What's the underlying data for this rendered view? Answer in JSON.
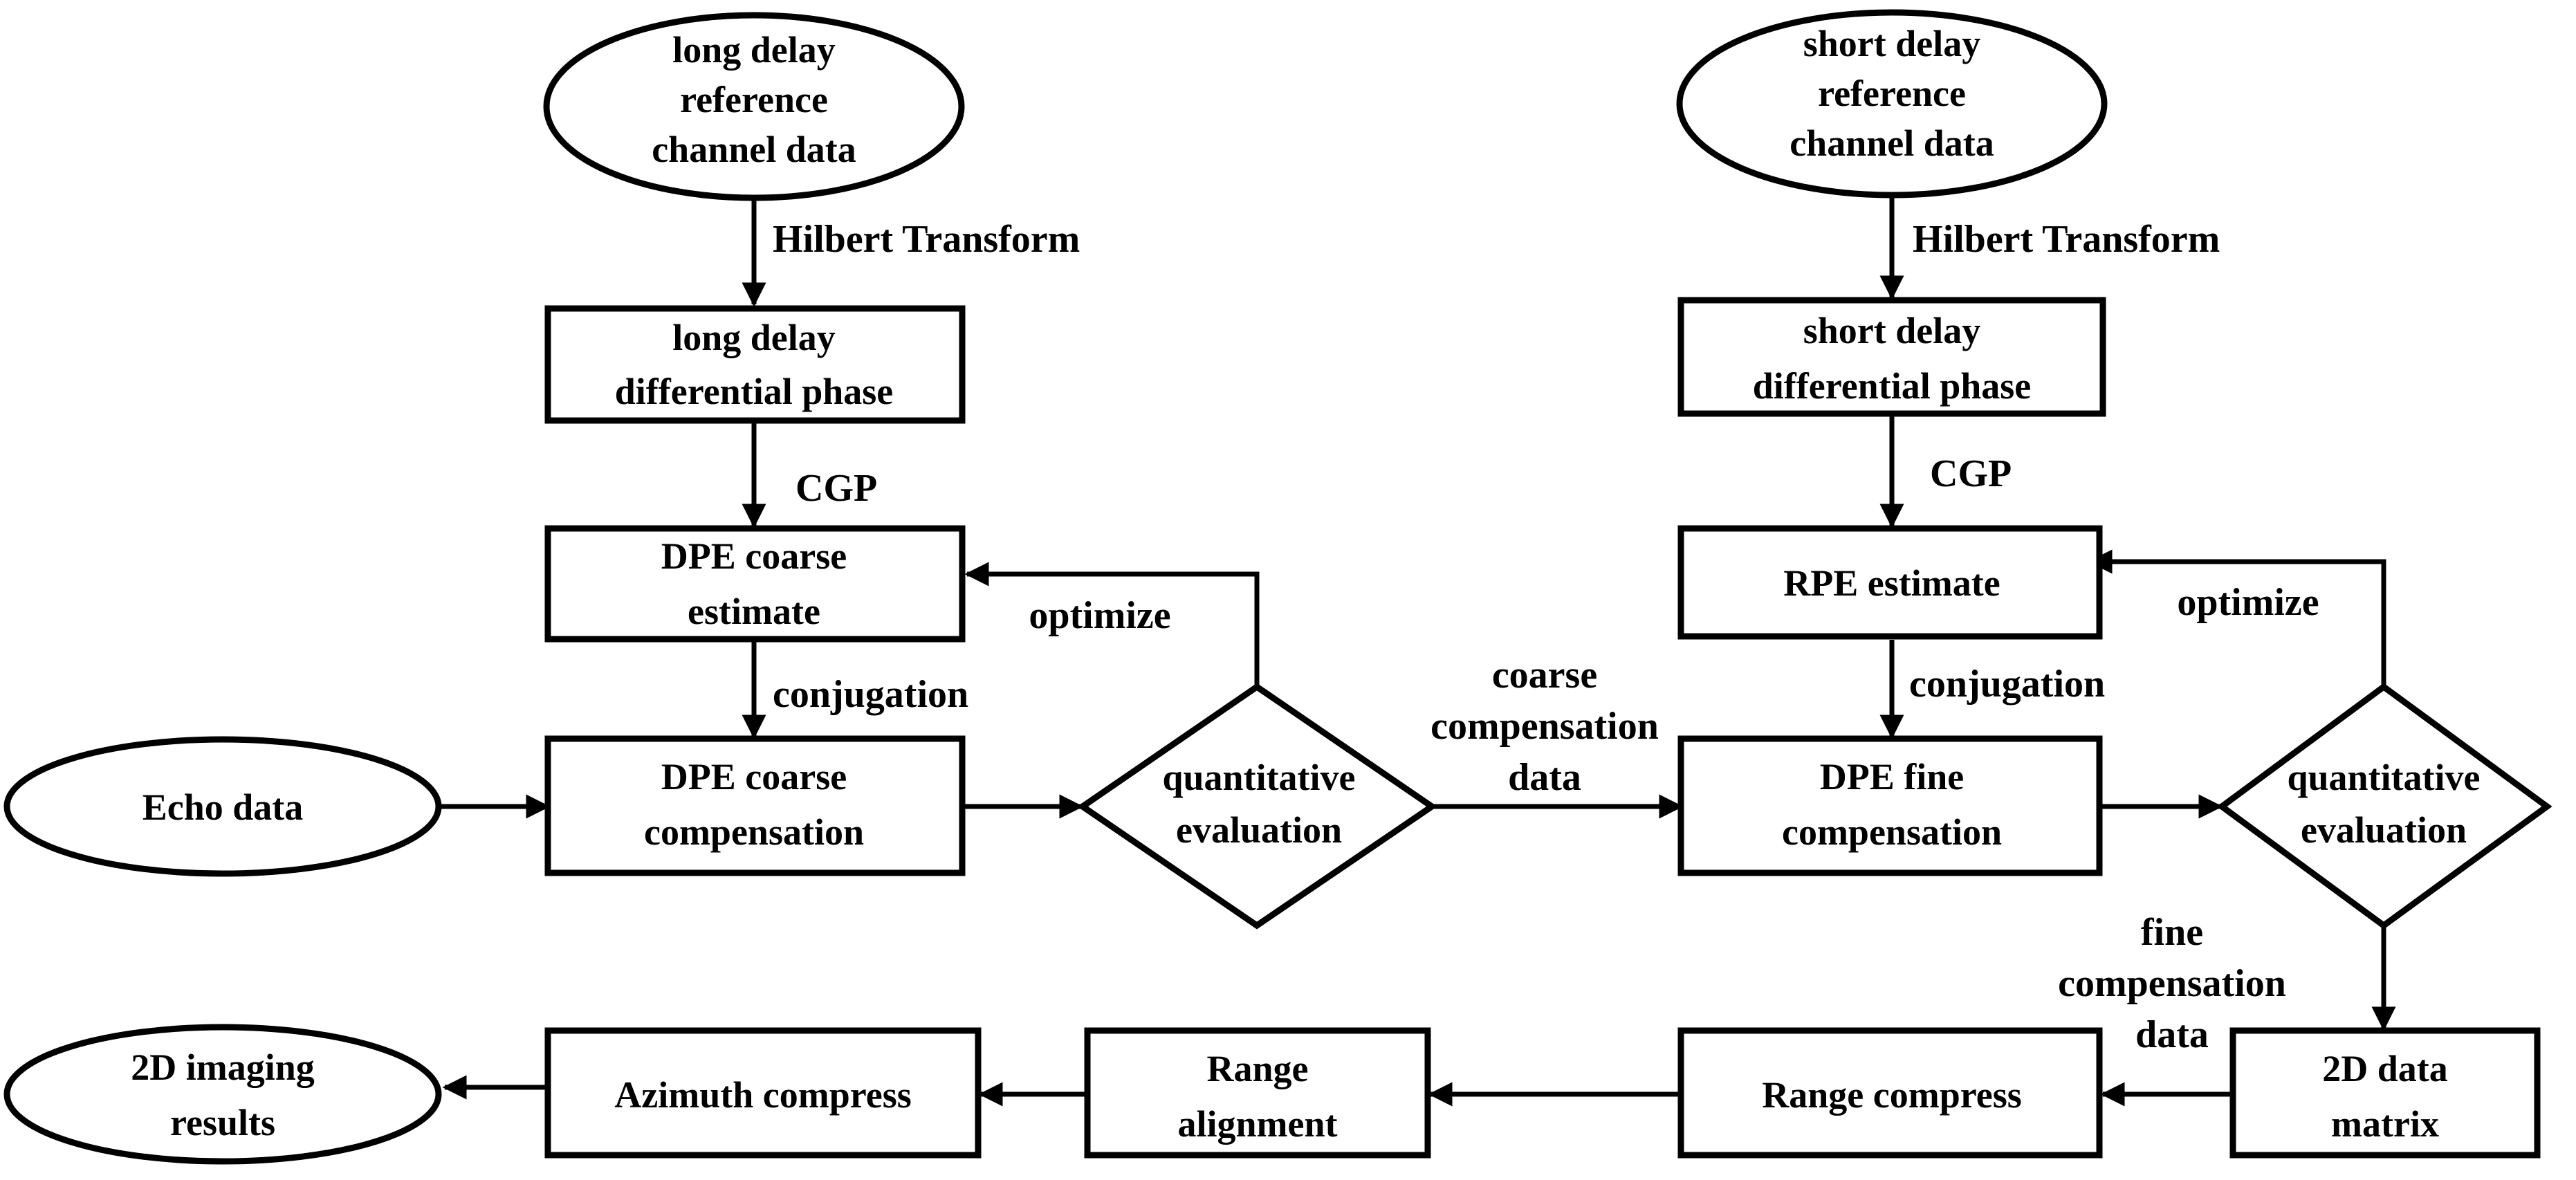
{
  "nodes": {
    "long_ref": [
      "long delay",
      "reference",
      "channel data"
    ],
    "short_ref": [
      "short delay",
      "reference",
      "channel data"
    ],
    "long_phase": [
      "long delay",
      "differential phase"
    ],
    "short_phase": [
      "short delay",
      "differential phase"
    ],
    "dpe_coarse_estimate": [
      "DPE coarse",
      "estimate"
    ],
    "rpe_estimate": [
      "RPE estimate"
    ],
    "echo": [
      "Echo data"
    ],
    "dpe_coarse_comp": [
      "DPE coarse",
      "compensation"
    ],
    "eval_1": [
      "quantitative",
      "evaluation"
    ],
    "dpe_fine_comp": [
      "DPE fine",
      "compensation"
    ],
    "eval_2": [
      "quantitative",
      "evaluation"
    ],
    "data_matrix": [
      "2D data",
      "matrix"
    ],
    "range_compress": [
      "Range compress"
    ],
    "range_alignment": [
      "Range",
      "alignment"
    ],
    "azimuth_compress": [
      "Azimuth compress"
    ],
    "imaging_results": [
      "2D imaging",
      "results"
    ]
  },
  "edge_labels": {
    "hilbert_left": [
      "Hilbert Transform"
    ],
    "hilbert_right": [
      "Hilbert Transform"
    ],
    "cgp_left": [
      "CGP"
    ],
    "cgp_right": [
      "CGP"
    ],
    "conj_left": [
      "conjugation"
    ],
    "conj_right": [
      "conjugation"
    ],
    "optimize_left": [
      "optimize"
    ],
    "optimize_right": [
      "optimize"
    ],
    "coarse_data": [
      "coarse",
      "compensation",
      "data"
    ],
    "fine_data": [
      "fine",
      "compensation",
      "data"
    ]
  }
}
